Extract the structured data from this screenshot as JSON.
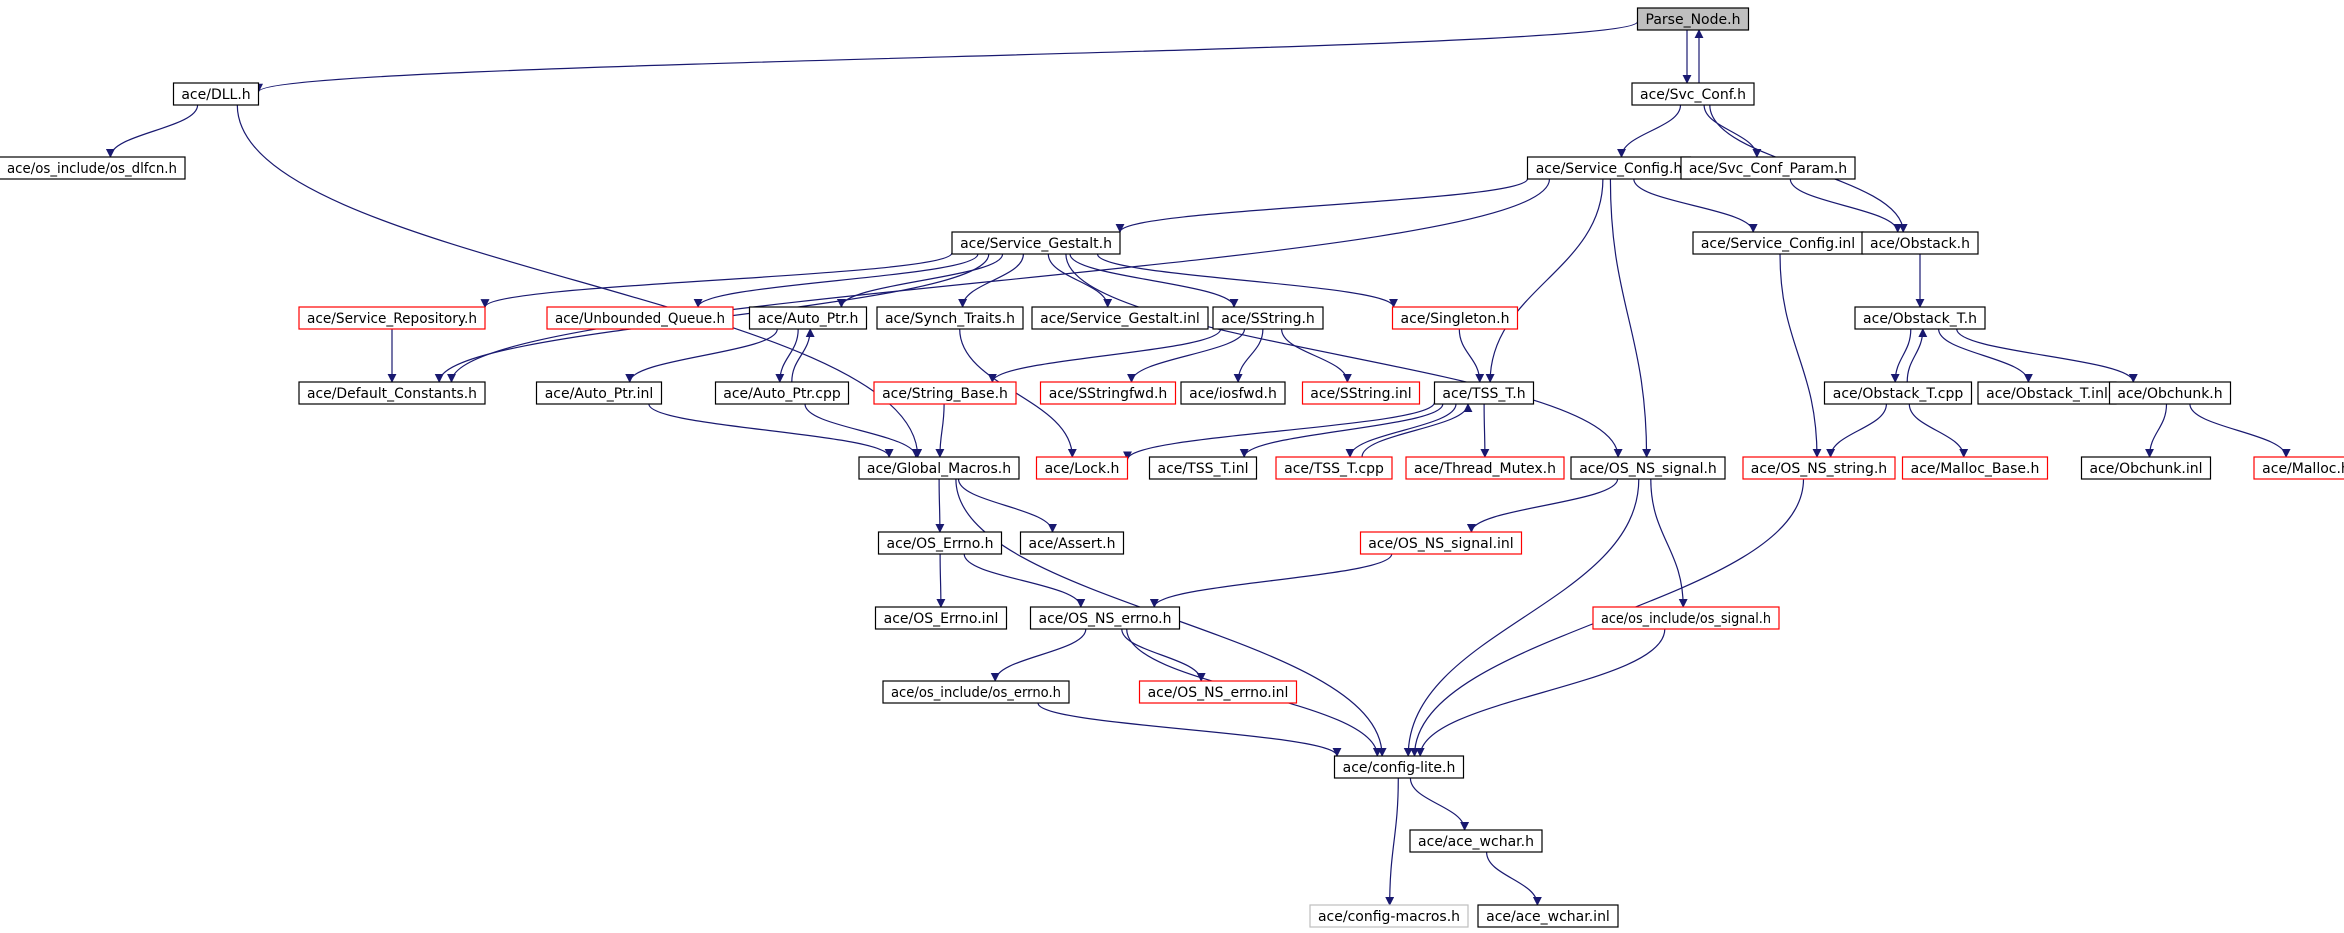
{
  "colors": {
    "edge": "#191970",
    "border_normal": "#000000",
    "border_truncated": "#ff0000",
    "border_external": "#bfbfbf",
    "root_fill": "#bfbfbf",
    "node_fill": "#ffffff",
    "text": "#000000"
  },
  "nodes": {
    "parse_node": {
      "label": "Parse_Node.h",
      "kind": "root"
    },
    "dll": {
      "label": "ace/DLL.h",
      "kind": "normal"
    },
    "svc_conf": {
      "label": "ace/Svc_Conf.h",
      "kind": "normal"
    },
    "os_dlfcn": {
      "label": "ace/os_include/os_dlfcn.h",
      "kind": "normal"
    },
    "service_config": {
      "label": "ace/Service_Config.h",
      "kind": "normal"
    },
    "svc_conf_param": {
      "label": "ace/Svc_Conf_Param.h",
      "kind": "normal"
    },
    "service_gestalt": {
      "label": "ace/Service_Gestalt.h",
      "kind": "normal"
    },
    "service_config_inl": {
      "label": "ace/Service_Config.inl",
      "kind": "normal"
    },
    "obstack": {
      "label": "ace/Obstack.h",
      "kind": "normal"
    },
    "service_repository": {
      "label": "ace/Service_Repository.h",
      "kind": "truncated"
    },
    "unbounded_queue": {
      "label": "ace/Unbounded_Queue.h",
      "kind": "truncated"
    },
    "auto_ptr": {
      "label": "ace/Auto_Ptr.h",
      "kind": "normal"
    },
    "synch_traits": {
      "label": "ace/Synch_Traits.h",
      "kind": "normal"
    },
    "service_gestalt_inl": {
      "label": "ace/Service_Gestalt.inl",
      "kind": "normal"
    },
    "sstring": {
      "label": "ace/SString.h",
      "kind": "normal"
    },
    "singleton": {
      "label": "ace/Singleton.h",
      "kind": "truncated"
    },
    "obstack_t": {
      "label": "ace/Obstack_T.h",
      "kind": "normal"
    },
    "default_constants": {
      "label": "ace/Default_Constants.h",
      "kind": "normal"
    },
    "auto_ptr_inl": {
      "label": "ace/Auto_Ptr.inl",
      "kind": "normal"
    },
    "auto_ptr_cpp": {
      "label": "ace/Auto_Ptr.cpp",
      "kind": "normal"
    },
    "string_base": {
      "label": "ace/String_Base.h",
      "kind": "truncated"
    },
    "sstringfwd": {
      "label": "ace/SStringfwd.h",
      "kind": "truncated"
    },
    "iosfwd": {
      "label": "ace/iosfwd.h",
      "kind": "normal"
    },
    "sstring_inl": {
      "label": "ace/SString.inl",
      "kind": "truncated"
    },
    "tss_t": {
      "label": "ace/TSS_T.h",
      "kind": "normal"
    },
    "obstack_t_cpp": {
      "label": "ace/Obstack_T.cpp",
      "kind": "normal"
    },
    "obstack_t_inl": {
      "label": "ace/Obstack_T.inl",
      "kind": "normal"
    },
    "obchunk": {
      "label": "ace/Obchunk.h",
      "kind": "normal"
    },
    "global_macros": {
      "label": "ace/Global_Macros.h",
      "kind": "normal"
    },
    "lock": {
      "label": "ace/Lock.h",
      "kind": "truncated"
    },
    "tss_t_inl": {
      "label": "ace/TSS_T.inl",
      "kind": "normal"
    },
    "tss_t_cpp": {
      "label": "ace/TSS_T.cpp",
      "kind": "truncated"
    },
    "thread_mutex": {
      "label": "ace/Thread_Mutex.h",
      "kind": "truncated"
    },
    "os_ns_signal": {
      "label": "ace/OS_NS_signal.h",
      "kind": "normal"
    },
    "os_ns_string": {
      "label": "ace/OS_NS_string.h",
      "kind": "truncated"
    },
    "malloc_base": {
      "label": "ace/Malloc_Base.h",
      "kind": "truncated"
    },
    "obchunk_inl": {
      "label": "ace/Obchunk.inl",
      "kind": "normal"
    },
    "malloc": {
      "label": "ace/Malloc.h",
      "kind": "truncated"
    },
    "os_errno": {
      "label": "ace/OS_Errno.h",
      "kind": "normal"
    },
    "assert": {
      "label": "ace/Assert.h",
      "kind": "normal"
    },
    "os_ns_signal_inl": {
      "label": "ace/OS_NS_signal.inl",
      "kind": "truncated"
    },
    "os_errno_inl": {
      "label": "ace/OS_Errno.inl",
      "kind": "normal"
    },
    "os_ns_errno": {
      "label": "ace/OS_NS_errno.h",
      "kind": "normal"
    },
    "os_signal": {
      "label": "ace/os_include/os_signal.h",
      "kind": "truncated"
    },
    "os_include_errno": {
      "label": "ace/os_include/os_errno.h",
      "kind": "normal"
    },
    "os_ns_errno_inl": {
      "label": "ace/OS_NS_errno.inl",
      "kind": "truncated"
    },
    "config_lite": {
      "label": "ace/config-lite.h",
      "kind": "normal"
    },
    "ace_wchar": {
      "label": "ace/ace_wchar.h",
      "kind": "normal"
    },
    "config_macros": {
      "label": "ace/config-macros.h",
      "kind": "external"
    },
    "ace_wchar_inl": {
      "label": "ace/ace_wchar.inl",
      "kind": "normal"
    }
  },
  "edges": [
    [
      "parse_node",
      "dll"
    ],
    [
      "parse_node",
      "svc_conf"
    ],
    [
      "svc_conf",
      "parse_node"
    ],
    [
      "dll",
      "os_dlfcn"
    ],
    [
      "dll",
      "global_macros"
    ],
    [
      "svc_conf",
      "service_config"
    ],
    [
      "svc_conf",
      "svc_conf_param"
    ],
    [
      "svc_conf",
      "obstack"
    ],
    [
      "service_config",
      "service_gestalt"
    ],
    [
      "service_config",
      "service_config_inl"
    ],
    [
      "service_config",
      "default_constants"
    ],
    [
      "service_config",
      "tss_t"
    ],
    [
      "service_config",
      "os_ns_signal"
    ],
    [
      "svc_conf_param",
      "obstack"
    ],
    [
      "service_config_inl",
      "os_ns_string"
    ],
    [
      "obstack",
      "obstack_t"
    ],
    [
      "service_gestalt",
      "service_repository"
    ],
    [
      "service_gestalt",
      "unbounded_queue"
    ],
    [
      "service_gestalt",
      "auto_ptr"
    ],
    [
      "service_gestalt",
      "synch_traits"
    ],
    [
      "service_gestalt",
      "service_gestalt_inl"
    ],
    [
      "service_gestalt",
      "sstring"
    ],
    [
      "service_gestalt",
      "singleton"
    ],
    [
      "service_gestalt",
      "default_constants"
    ],
    [
      "service_gestalt",
      "os_ns_signal"
    ],
    [
      "service_repository",
      "default_constants"
    ],
    [
      "auto_ptr",
      "auto_ptr_inl"
    ],
    [
      "auto_ptr",
      "auto_ptr_cpp"
    ],
    [
      "auto_ptr_cpp",
      "auto_ptr"
    ],
    [
      "auto_ptr_inl",
      "global_macros"
    ],
    [
      "auto_ptr_cpp",
      "global_macros"
    ],
    [
      "synch_traits",
      "lock"
    ],
    [
      "sstring",
      "string_base"
    ],
    [
      "sstring",
      "sstringfwd"
    ],
    [
      "sstring",
      "iosfwd"
    ],
    [
      "sstring",
      "sstring_inl"
    ],
    [
      "singleton",
      "tss_t"
    ],
    [
      "string_base",
      "global_macros"
    ],
    [
      "tss_t",
      "lock"
    ],
    [
      "tss_t",
      "tss_t_inl"
    ],
    [
      "tss_t",
      "tss_t_cpp"
    ],
    [
      "tss_t_cpp",
      "tss_t"
    ],
    [
      "tss_t",
      "thread_mutex"
    ],
    [
      "obstack_t",
      "obstack_t_cpp"
    ],
    [
      "obstack_t_cpp",
      "obstack_t"
    ],
    [
      "obstack_t",
      "obstack_t_inl"
    ],
    [
      "obstack_t",
      "obchunk"
    ],
    [
      "obstack_t_cpp",
      "os_ns_string"
    ],
    [
      "obstack_t_cpp",
      "malloc_base"
    ],
    [
      "obchunk",
      "obchunk_inl"
    ],
    [
      "obchunk",
      "malloc"
    ],
    [
      "global_macros",
      "os_errno"
    ],
    [
      "global_macros",
      "assert"
    ],
    [
      "global_macros",
      "config_lite"
    ],
    [
      "os_ns_signal",
      "os_ns_signal_inl"
    ],
    [
      "os_ns_signal",
      "os_signal"
    ],
    [
      "os_ns_signal",
      "config_lite"
    ],
    [
      "os_ns_string",
      "config_lite"
    ],
    [
      "os_errno",
      "os_errno_inl"
    ],
    [
      "os_errno",
      "os_ns_errno"
    ],
    [
      "os_ns_signal_inl",
      "os_ns_errno"
    ],
    [
      "os_ns_errno",
      "os_include_errno"
    ],
    [
      "os_ns_errno",
      "os_ns_errno_inl"
    ],
    [
      "os_ns_errno",
      "config_lite"
    ],
    [
      "os_signal",
      "config_lite"
    ],
    [
      "os_include_errno",
      "config_lite"
    ],
    [
      "config_lite",
      "config_macros"
    ],
    [
      "config_lite",
      "ace_wchar"
    ],
    [
      "ace_wchar",
      "ace_wchar_inl"
    ]
  ]
}
